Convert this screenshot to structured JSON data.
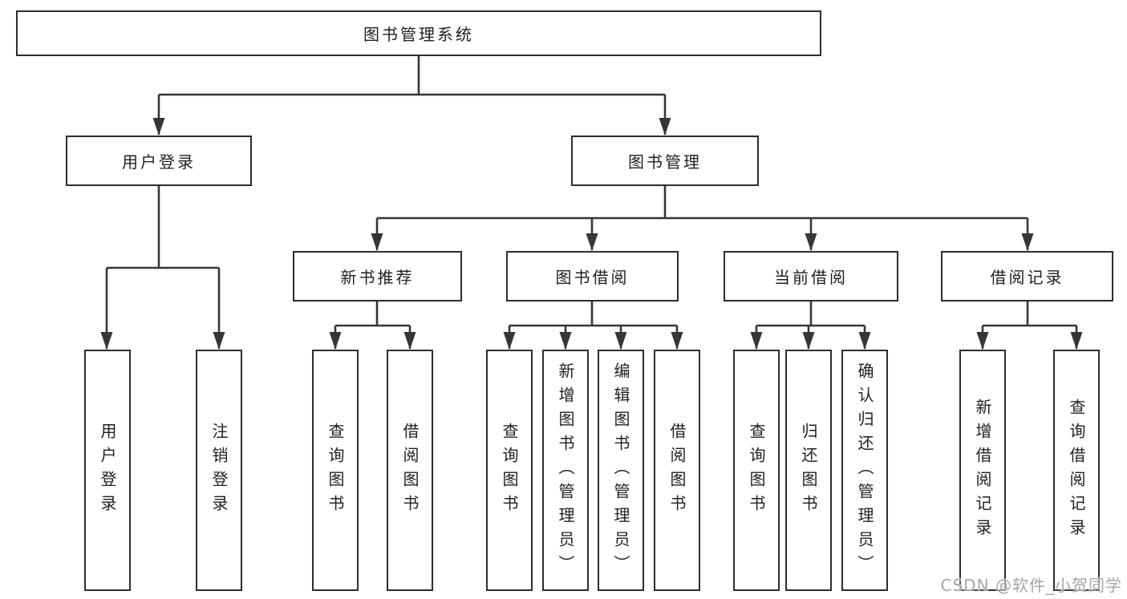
{
  "diagram_type": "tree-structure-chart",
  "nodes": {
    "root": "图书管理系统",
    "user_login": "用户登录",
    "book_mgmt": "图书管理",
    "new_book": "新书推荐",
    "book_borrow": "图书借阅",
    "current_borrow": "当前借阅",
    "borrow_records": "借阅记录",
    "leaf_login": "用户登录",
    "leaf_logout": "注销登录",
    "leaf_nb_query": "查询图书",
    "leaf_nb_borrow": "借阅图书",
    "leaf_bw_query": "查询图书",
    "leaf_bw_add": "新增图书（管理员）",
    "leaf_bw_edit": "编辑图书（管理员）",
    "leaf_bw_borrow": "借阅图书",
    "leaf_cb_query": "查询图书",
    "leaf_cb_return": "归还图书",
    "leaf_cb_confirm": "确认归还（管理员）",
    "leaf_rc_add": "新增借阅记录",
    "leaf_rc_query": "查询借阅记录"
  },
  "watermark": "CSDN @软件_小贺同学",
  "colors": {
    "line": "#363636",
    "box_border": "#2d2d2d",
    "text": "#1f1f1f",
    "watermark": "#a6a6a6",
    "background": "#ffffff"
  }
}
